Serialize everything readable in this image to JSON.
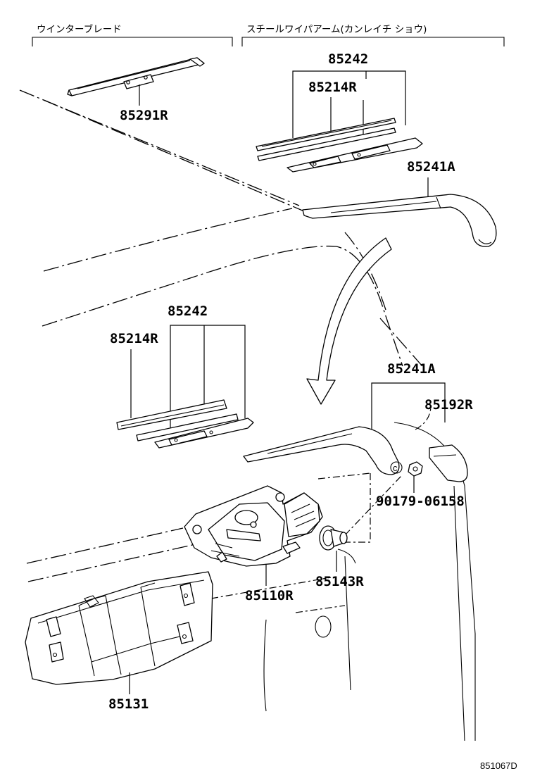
{
  "headers": {
    "left": "ウインターブレード",
    "right": "スチールワイパアーム(カンレイチ ショウ)"
  },
  "parts": {
    "p85291R": "85291R",
    "p85242_top": "85242",
    "p85214R_top": "85214R",
    "p85241A_top": "85241A",
    "p85242_mid": "85242",
    "p85214R_mid": "85214R",
    "p85241A_mid": "85241A",
    "p85192R": "85192R",
    "p90179": "90179-06158",
    "p85143R": "85143R",
    "p85110R": "85110R",
    "p85131": "85131"
  },
  "diagram_code": "851067D"
}
